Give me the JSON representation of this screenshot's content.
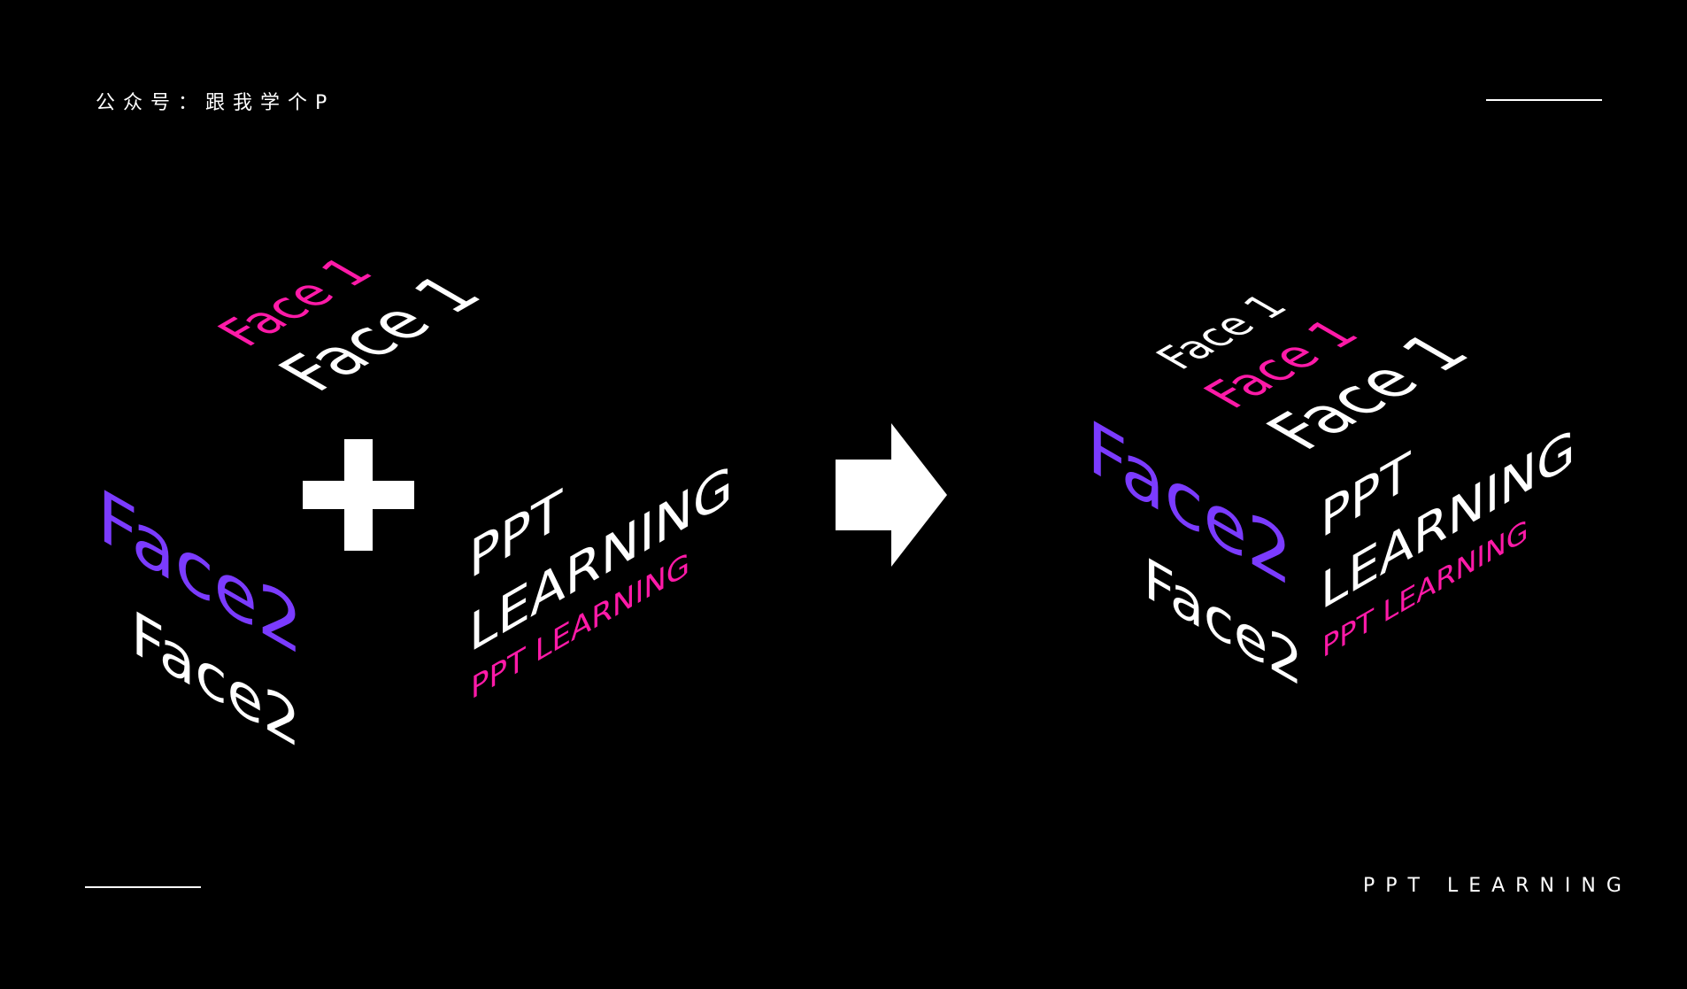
{
  "header": {
    "title": "公众号：跟我学个P"
  },
  "footer": {
    "brand": "PPT LEARNING"
  },
  "left_cube": {
    "face1_pink": "Face 1",
    "face1_white": "Face 1",
    "face2_purple": "Face2",
    "face2_white": "Face2",
    "side_line1": "PPT",
    "side_line2": "LEARNING",
    "side_line3": "PPT LEARNING"
  },
  "right_cube": {
    "face1_a": "Face 1",
    "face1_b": "Face 1",
    "face1_c": "Face 1",
    "face2_purple": "Face2",
    "face2_white": "Face2",
    "side_line1": "PPT",
    "side_line2": "LEARNING",
    "side_line3": "PPT LEARNING"
  },
  "icons": {
    "plus": "plus-icon",
    "arrow": "arrow-right-icon"
  },
  "colors": {
    "background": "#000000",
    "white": "#ffffff",
    "pink": "#ff1aa8",
    "purple": "#7b3bff"
  }
}
